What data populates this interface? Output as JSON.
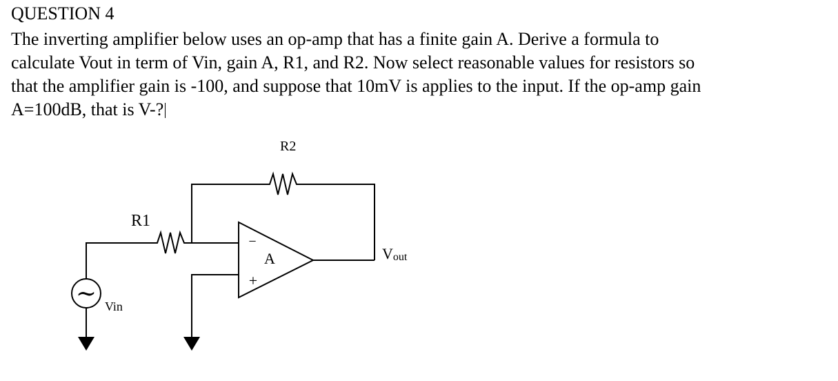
{
  "question": {
    "heading": "QUESTION 4",
    "lines": [
      "The inverting amplifier below uses an op-amp that has a finite gain A. Derive a formula to",
      "calculate Vout in term of Vin, gain A, R1, and R2. Now select reasonable values for resistors so",
      "that the amplifier gain is -100, and suppose that 10mV is applies to the input. If the op-amp gain",
      "A=100dB, that is V-?"
    ]
  },
  "circuit": {
    "r1_label": "R1",
    "r2_label": "R2",
    "opamp_gain_label": "A",
    "inverting_symbol": "−",
    "noninverting_symbol": "+",
    "vout_main": "V",
    "vout_sub": "out",
    "vin_label": "Vin",
    "source_symbol": "∼"
  }
}
